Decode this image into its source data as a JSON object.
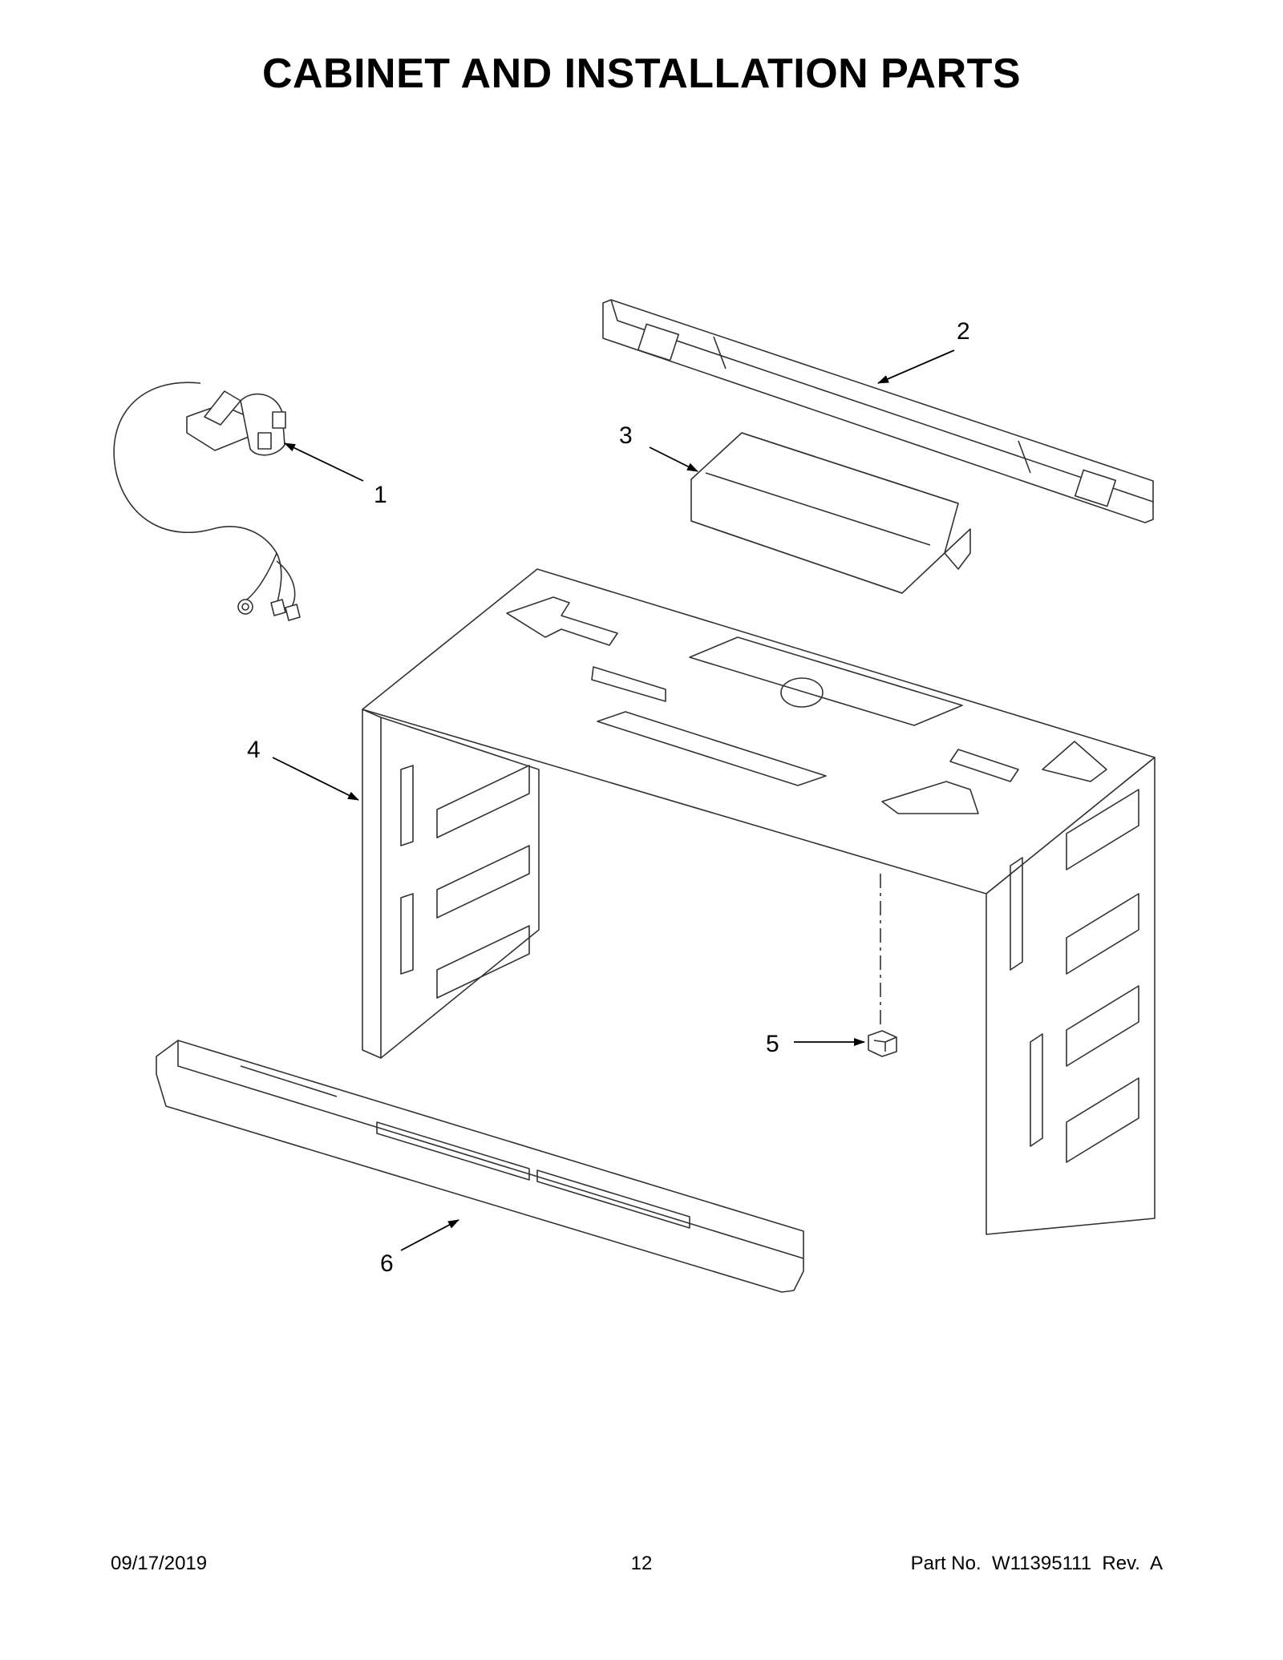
{
  "title": "CABINET AND INSTALLATION PARTS",
  "callouts": {
    "c1": "1",
    "c2": "2",
    "c3": "3",
    "c4": "4",
    "c5": "5",
    "c6": "6"
  },
  "footer": {
    "date": "09/17/2019",
    "page": "12",
    "part_no": "Part No.  W11395111  Rev.  A"
  }
}
